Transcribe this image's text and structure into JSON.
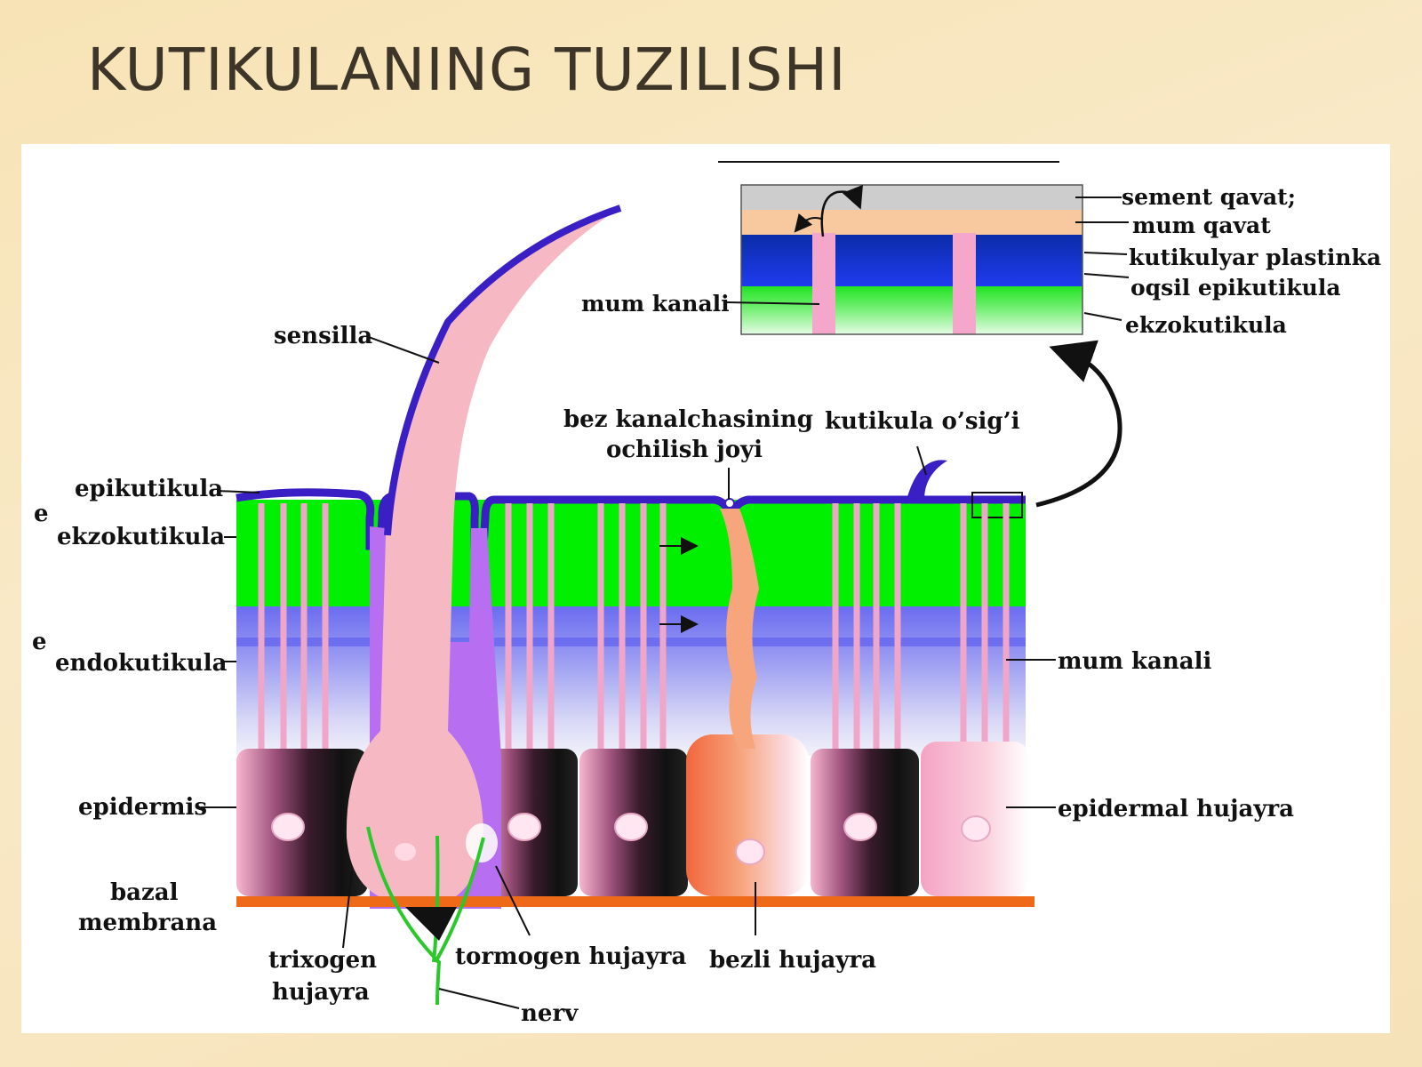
{
  "title": "KUTIKULANING TUZILISHI",
  "labels": {
    "sensilla": "sensilla",
    "epikutikula": "epikutikula",
    "ekzokutikula": "ekzokutikula",
    "endokutikula": "endokutikula",
    "epidermis": "epidermis",
    "bazal_line1": "bazal",
    "bazal_line2": "membrana",
    "trixogen_line1": "trixogen",
    "trixogen_line2": "hujayra",
    "tormogen": "tormogen hujayra",
    "bezli": "bezli hujayra",
    "nerv": "nerv",
    "bez_line1": "bez kanalchasining",
    "bez_line2": "ochilish joyi",
    "kutikula_osigi": "kutikula o’sig’i",
    "mum_kanali_right": "mum kanali",
    "epidermal_hujayra": "epidermal hujayra",
    "left_e1": "e",
    "left_e2": "e"
  },
  "inset": {
    "mum_kanali": "mum kanali",
    "sement_qavat": "sement qavat;",
    "mum_qavat": "mum qavat",
    "kutikulyar_plastinka": "kutikulyar plastinka",
    "oqsil_epikutikula": "oqsil epikutikula",
    "ekzokutikula": "ekzokutikula"
  },
  "colors": {
    "epicuticle": "#3a1fc4",
    "exocuticle": "#00f000",
    "endocuticle": "#8f90f0",
    "sensilla_fill": "#f6b9c4",
    "tormogen": "#b86ef0",
    "basal_membrane": "#ef6a18",
    "nerve": "#2bc82b"
  }
}
